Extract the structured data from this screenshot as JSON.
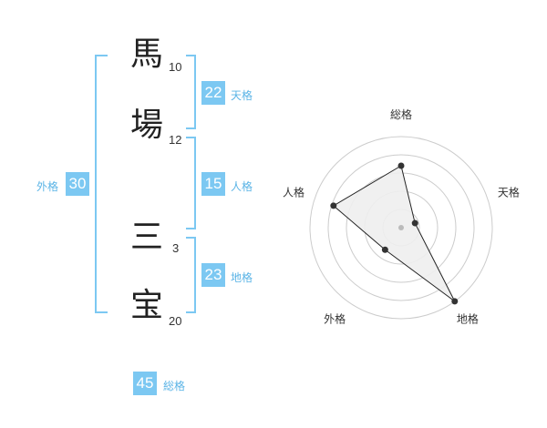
{
  "name": {
    "chars": [
      {
        "char": "馬",
        "strokes": "10"
      },
      {
        "char": "場",
        "strokes": "12"
      },
      {
        "char": "三",
        "strokes": "3"
      },
      {
        "char": "宝",
        "strokes": "20"
      }
    ]
  },
  "kakusu": {
    "tenkaku": {
      "value": "22",
      "label": "天格"
    },
    "jinkaku": {
      "value": "15",
      "label": "人格"
    },
    "chikaku": {
      "value": "23",
      "label": "地格"
    },
    "gaikaku": {
      "value": "30",
      "label": "外格"
    },
    "soukaku": {
      "value": "45",
      "label": "総格"
    }
  },
  "chart_data": {
    "type": "radar",
    "axes": [
      "総格",
      "天格",
      "地格",
      "外格",
      "人格"
    ],
    "values": [
      3.4,
      0.8,
      5.0,
      1.5,
      3.9
    ],
    "rmax": 5,
    "rings": 5,
    "colors": {
      "fill": "#eeeeee",
      "stroke": "#222222",
      "grid": "#cccccc",
      "point": "#333333",
      "center": "#bbbbbb"
    }
  }
}
